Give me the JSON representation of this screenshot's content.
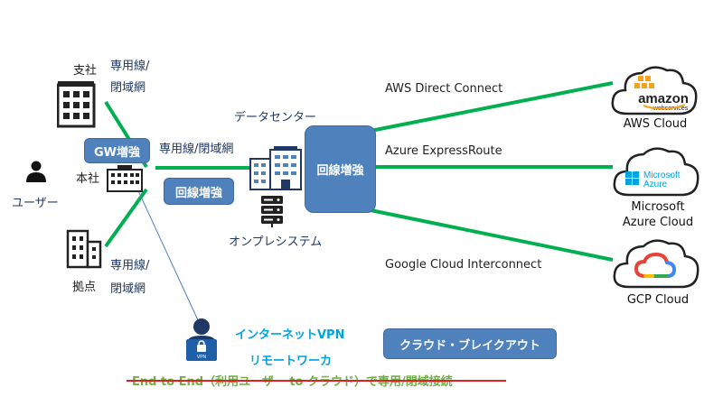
{
  "sites": {
    "branch": {
      "name": "支社",
      "link_line1": "専用線/",
      "link_line2": "閉域網"
    },
    "hq": {
      "name": "本社",
      "link": "専用線/閉域網"
    },
    "base": {
      "name": "拠点",
      "link_line1": "専用線/",
      "link_line2": "閉域網"
    },
    "user": {
      "name": "ユーザー"
    }
  },
  "datacenter": {
    "title": "データセンター",
    "onprem": "オンプレシステム"
  },
  "badges": {
    "gw": "GW増強",
    "line_left": "回線増強",
    "line_right": "回線増強",
    "breakout": "クラウド・ブレイクアウト"
  },
  "connections": {
    "aws": "AWS Direct Connect",
    "azure": "Azure ExpressRoute",
    "gcp": "Google Cloud Interconnect"
  },
  "clouds": {
    "aws": {
      "label": "AWS Cloud",
      "logo_main": "amazon",
      "logo_sub": "webservices"
    },
    "azure": {
      "label_line1": "Microsoft",
      "label_line2": "Azure Cloud",
      "logo_line1": "Microsoft",
      "logo_line2": "Azure"
    },
    "gcp": {
      "label": "GCP Cloud"
    }
  },
  "remote": {
    "vpn": "インターネットVPN",
    "worker": "リモートワーカ",
    "laptop_tag": "VPN"
  },
  "footer": {
    "struck": "End to End（利用ユーザー to クラウド）で専用/閉域接続"
  },
  "colors": {
    "green": "#00b050",
    "badge": "#4f81bd",
    "cyan": "#00a3e0",
    "strike_text": "#70ad47",
    "strike_line": "#e02020",
    "text_blue": "#1f3864"
  }
}
